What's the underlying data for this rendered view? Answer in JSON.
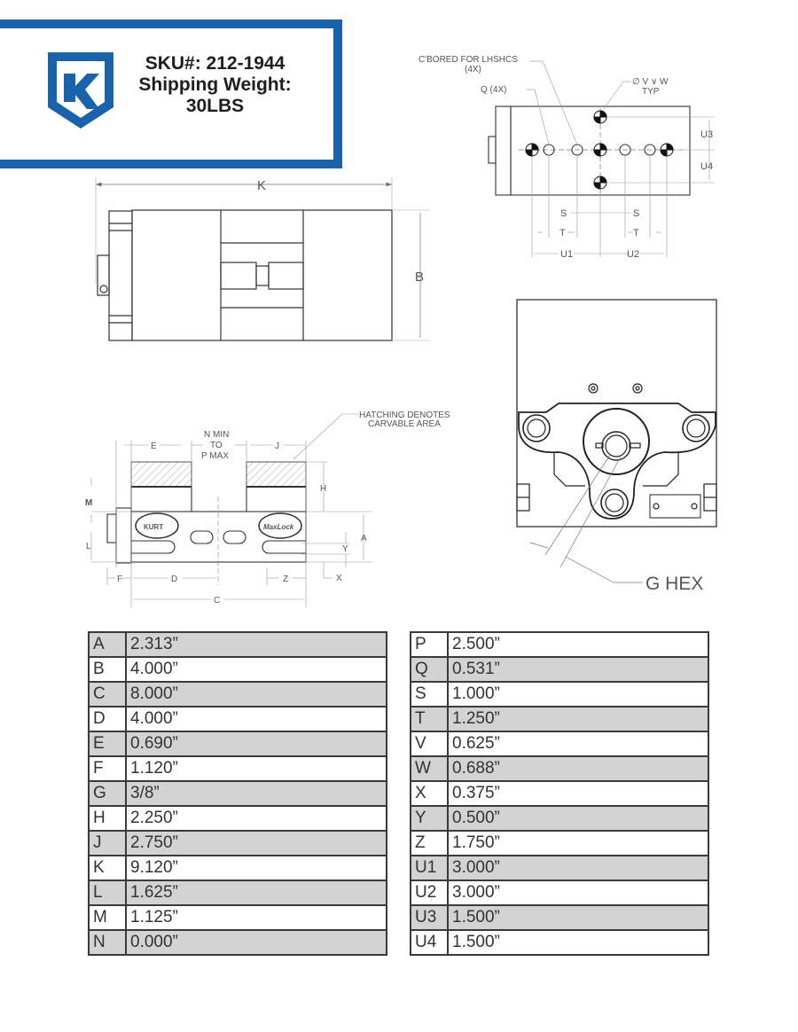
{
  "header": {
    "brand_color": "#1a63aa",
    "logo_icon": "kurt-shield-k-logo",
    "sku_line": "SKU#: 212-1944",
    "weight_label_line": "Shipping Weight:",
    "weight_value_line": "30LBS"
  },
  "drawings": {
    "top_view": {
      "dim_k": "K",
      "dim_b": "B"
    },
    "bottom_view": {
      "cbored_note_line1": "C'BORED FOR LHSHCS",
      "cbored_note_line2": "(4X)",
      "q_note": "Q (4X)",
      "v_note_line1": "∅ V ∨ W",
      "v_note_line2": "TYP",
      "dim_s_left": "S",
      "dim_s_right": "S",
      "dim_t_left": "T",
      "dim_t_right": "T",
      "dim_u1": "U1",
      "dim_u2": "U2",
      "dim_u3": "U3",
      "dim_u4": "U4"
    },
    "side_view": {
      "hatch_note_line1": "HATCHING DENOTES",
      "hatch_note_line2": "CARVABLE AREA",
      "jaw_gap_line1": "N MIN",
      "jaw_gap_line2": "TO",
      "jaw_gap_line3": "P MAX",
      "dim_e": "E",
      "dim_j": "J",
      "dim_h": "H",
      "dim_m": "M",
      "dim_l": "L",
      "dim_a": "A",
      "dim_y": "Y",
      "dim_x": "X",
      "dim_f": "F",
      "dim_d": "D",
      "dim_z": "Z",
      "dim_c": "C",
      "badge_left": "KURT",
      "badge_right": "MaxLock"
    },
    "end_view": {
      "g_hex_label": "G HEX"
    }
  },
  "tables": {
    "left": [
      {
        "key": "A",
        "value": "2.313”"
      },
      {
        "key": "B",
        "value": "4.000”"
      },
      {
        "key": "C",
        "value": "8.000”"
      },
      {
        "key": "D",
        "value": "4.000”"
      },
      {
        "key": "E",
        "value": "0.690”"
      },
      {
        "key": "F",
        "value": "1.120”"
      },
      {
        "key": "G",
        "value": "3/8”"
      },
      {
        "key": "H",
        "value": "2.250”"
      },
      {
        "key": "J",
        "value": "2.750”"
      },
      {
        "key": "K",
        "value": "9.120”"
      },
      {
        "key": "L",
        "value": "1.625”"
      },
      {
        "key": "M",
        "value": "1.125”"
      },
      {
        "key": "N",
        "value": "0.000”"
      }
    ],
    "right": [
      {
        "key": "P",
        "value": "2.500”"
      },
      {
        "key": "Q",
        "value": "0.531”"
      },
      {
        "key": "S",
        "value": "1.000”"
      },
      {
        "key": "T",
        "value": "1.250”"
      },
      {
        "key": "V",
        "value": "0.625”"
      },
      {
        "key": "W",
        "value": "0.688”"
      },
      {
        "key": "X",
        "value": "0.375”"
      },
      {
        "key": "Y",
        "value": "0.500”"
      },
      {
        "key": "Z",
        "value": "1.750”"
      },
      {
        "key": "U1",
        "value": "3.000”"
      },
      {
        "key": "U2",
        "value": "3.000”"
      },
      {
        "key": "U3",
        "value": "1.500”"
      },
      {
        "key": "U4",
        "value": "1.500”"
      }
    ]
  }
}
